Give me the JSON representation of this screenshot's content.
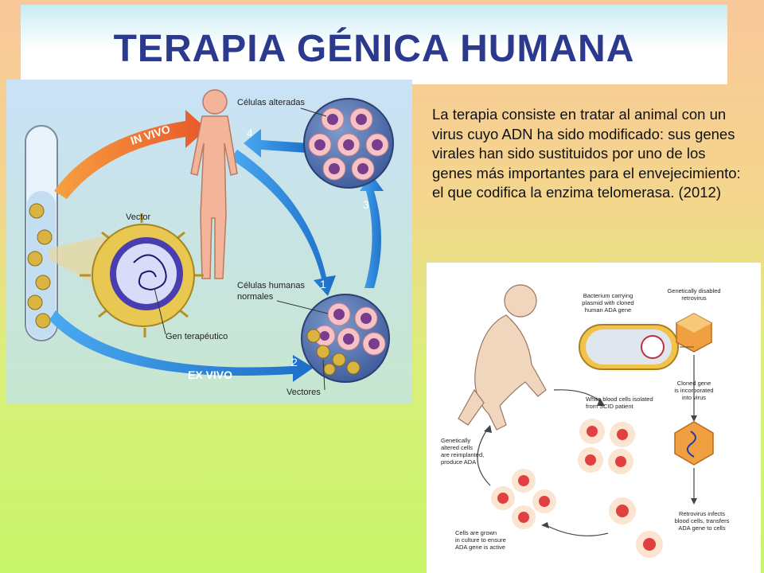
{
  "title": "TERAPIA GÉNICA HUMANA",
  "description": "La terapia consiste en tratar al animal con un virus cuyo ADN ha sido modificado: sus genes virales han sido sustituidos por uno de los genes más importantes para el envejecimiento: el que codifica la enzima telomerasa. (2012)",
  "left_diagram": {
    "label_altered_cells": "Células alteradas",
    "label_in_vivo": "IN VIVO",
    "label_ex_vivo": "EX VIVO",
    "label_vector": "Vector",
    "label_human_cells_line1": "Células humanas",
    "label_human_cells_line2": "normales",
    "label_gene": "Gen terapéutico",
    "label_vectors": "Vectores",
    "step1": "1",
    "step2": "2",
    "step3": "3",
    "step4": "4"
  },
  "right_diagram": {
    "label_retrovirus_l1": "Genetically disabled",
    "label_retrovirus_l2": "retrovirus",
    "label_bacterium_l1": "Bacterium carrying",
    "label_bacterium_l2": "plasmid with cloned",
    "label_bacterium_l3": "human ADA gene",
    "label_cloned_l1": "Cloned gene",
    "label_cloned_l2": "is incorporated",
    "label_cloned_l3": "into virus",
    "label_white_l1": "White blood cells isolated",
    "label_white_l2": "from SCID patient",
    "label_altered_l1": "Genetically",
    "label_altered_l2": "altered cells",
    "label_altered_l3": "are reimplanted,",
    "label_altered_l4": "produce ADA",
    "label_infects_l1": "Retrovirus infects",
    "label_infects_l2": "blood cells, transfers",
    "label_infects_l3": "ADA gene to cells",
    "label_grown_l1": "Cells are grown",
    "label_grown_l2": "in culture to ensure",
    "label_grown_l3": "ADA gene is active"
  },
  "colors": {
    "title": "#2b3a8c",
    "arrow_orange": "#f07a2a",
    "arrow_blue": "#2d8be0",
    "cell_pink": "#f6c2c6",
    "nucleus_purple": "#7a3d8c"
  }
}
